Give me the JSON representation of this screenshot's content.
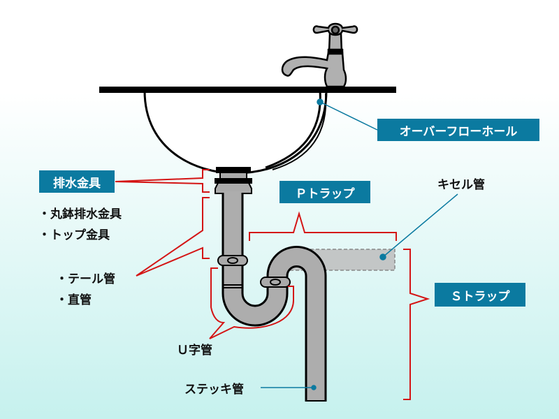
{
  "labels": {
    "overflow_hole": "オーバーフローホール",
    "drain_fitting": "排水金具",
    "drain_fitting_items": [
      "・丸鉢排水金具",
      "・トップ金具"
    ],
    "p_trap": "Ｐトラップ",
    "kiseru_pipe": "キセル管",
    "tail_pipe_items": [
      "・テール管",
      "・直管"
    ],
    "s_trap": "Ｓトラップ",
    "u_pipe": "Ｕ字管",
    "stick_pipe": "ステッキ管"
  },
  "colors": {
    "label_box": "#0b7aa0",
    "bracket": "#d41515",
    "pipe": "#adadad",
    "pointer": "#0b7aa0"
  }
}
